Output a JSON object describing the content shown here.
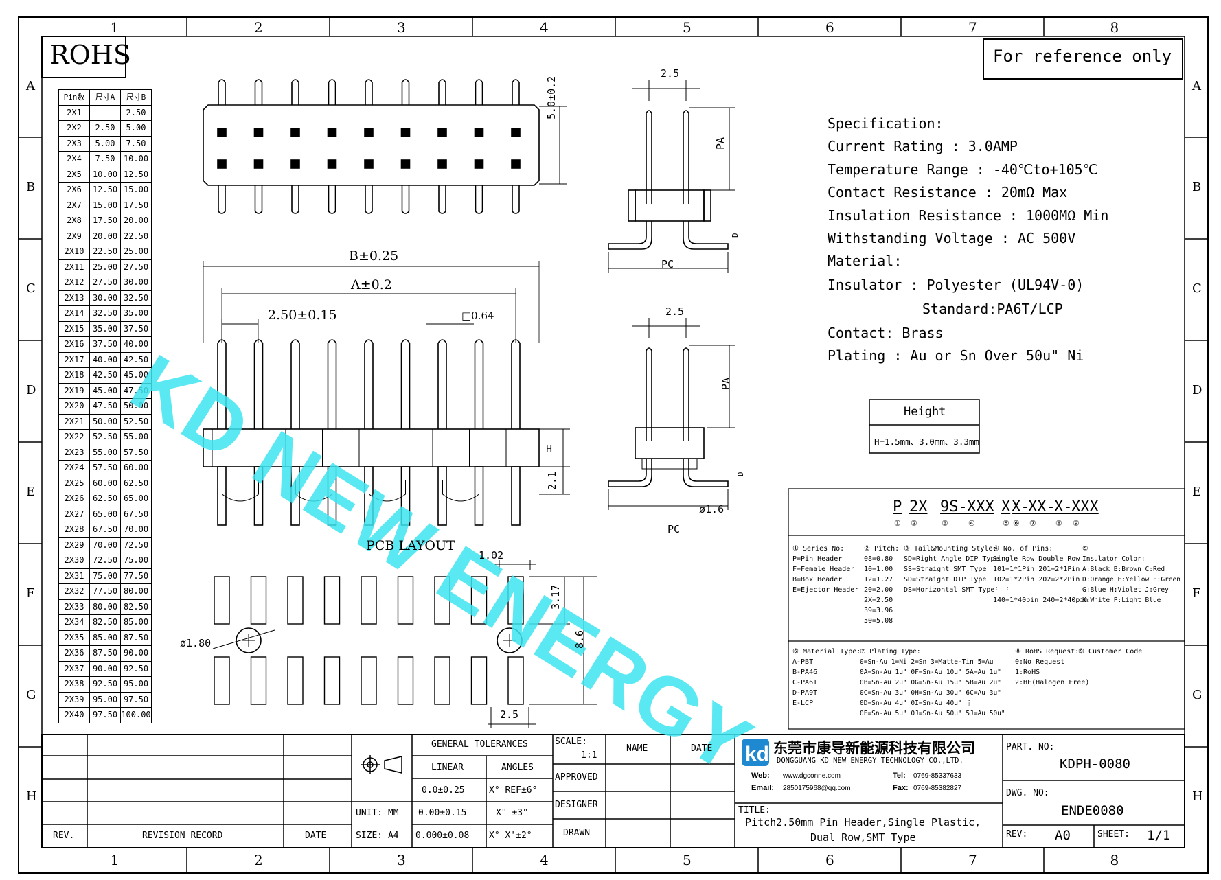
{
  "border": {
    "columns": [
      "1",
      "2",
      "3",
      "4",
      "5",
      "6",
      "7",
      "8"
    ],
    "rows": [
      "A",
      "B",
      "C",
      "D",
      "E",
      "F",
      "G",
      "H"
    ]
  },
  "rohs_label": "ROHS",
  "reference_note": "For reference only",
  "pin_table": {
    "headers": [
      "Pin数",
      "尺寸A",
      "尺寸B"
    ],
    "rows": [
      [
        "2X1",
        "-",
        "2.50"
      ],
      [
        "2X2",
        "2.50",
        "5.00"
      ],
      [
        "2X3",
        "5.00",
        "7.50"
      ],
      [
        "2X4",
        "7.50",
        "10.00"
      ],
      [
        "2X5",
        "10.00",
        "12.50"
      ],
      [
        "2X6",
        "12.50",
        "15.00"
      ],
      [
        "2X7",
        "15.00",
        "17.50"
      ],
      [
        "2X8",
        "17.50",
        "20.00"
      ],
      [
        "2X9",
        "20.00",
        "22.50"
      ],
      [
        "2X10",
        "22.50",
        "25.00"
      ],
      [
        "2X11",
        "25.00",
        "27.50"
      ],
      [
        "2X12",
        "27.50",
        "30.00"
      ],
      [
        "2X13",
        "30.00",
        "32.50"
      ],
      [
        "2X14",
        "32.50",
        "35.00"
      ],
      [
        "2X15",
        "35.00",
        "37.50"
      ],
      [
        "2X16",
        "37.50",
        "40.00"
      ],
      [
        "2X17",
        "40.00",
        "42.50"
      ],
      [
        "2X18",
        "42.50",
        "45.00"
      ],
      [
        "2X19",
        "45.00",
        "47.50"
      ],
      [
        "2X20",
        "47.50",
        "50.00"
      ],
      [
        "2X21",
        "50.00",
        "52.50"
      ],
      [
        "2X22",
        "52.50",
        "55.00"
      ],
      [
        "2X23",
        "55.00",
        "57.50"
      ],
      [
        "2X24",
        "57.50",
        "60.00"
      ],
      [
        "2X25",
        "60.00",
        "62.50"
      ],
      [
        "2X26",
        "62.50",
        "65.00"
      ],
      [
        "2X27",
        "65.00",
        "67.50"
      ],
      [
        "2X28",
        "67.50",
        "70.00"
      ],
      [
        "2X29",
        "70.00",
        "72.50"
      ],
      [
        "2X30",
        "72.50",
        "75.00"
      ],
      [
        "2X31",
        "75.00",
        "77.50"
      ],
      [
        "2X32",
        "77.50",
        "80.00"
      ],
      [
        "2X33",
        "80.00",
        "82.50"
      ],
      [
        "2X34",
        "82.50",
        "85.00"
      ],
      [
        "2X35",
        "85.00",
        "87.50"
      ],
      [
        "2X36",
        "87.50",
        "90.00"
      ],
      [
        "2X37",
        "90.00",
        "92.50"
      ],
      [
        "2X38",
        "92.50",
        "95.00"
      ],
      [
        "2X39",
        "95.00",
        "97.50"
      ],
      [
        "2X40",
        "97.50",
        "100.00"
      ]
    ]
  },
  "dims": {
    "top_height": "5.0±0.2",
    "b_dim": "B±0.25",
    "a_dim": "A±0.2",
    "pitch": "2.50±0.15",
    "pin_sq": "□0.64",
    "h": "H",
    "h2": "2.1",
    "pcb_layout": "PCB LAYOUT",
    "pad_w": "1.02",
    "pad_h": "3.17",
    "pad_span": "8.6",
    "hole_dia": "ø1.80",
    "pad_pitch": "2.5",
    "side_pitch_top": "2.5",
    "side_pa_top": "PA",
    "side_d_top": "D",
    "side_pc_top": "PC",
    "side_pitch_bot": "2.5",
    "side_pa_bot": "PA",
    "side_d_bot": "D",
    "side_pc_bot": "PC",
    "side_post": "ø1.6"
  },
  "watermark": "KD NEW ENERGY",
  "spec": {
    "lines": [
      "Specification:",
      "Current Rating : 3.0AMP",
      "Temperature Range : -40℃to+105℃",
      "Contact Resistance : 20mΩ Max",
      "Insulation Resistance : 1000MΩ Min",
      "Withstanding Voltage : AC 500V",
      "Material:",
      "  Insulator : Polyester (UL94V-0)",
      "Standard:PA6T/LCP",
      "  Contact: Brass",
      "Plating : Au or Sn Over 50u\" Ni"
    ]
  },
  "height_box": {
    "title": "Height",
    "value": "H=1.5mm、3.0mm、3.3mm"
  },
  "part_code": {
    "parts": [
      "P",
      "2X",
      "9S-",
      "XXX",
      "X",
      "X-",
      "XX-",
      "X-",
      "XXX"
    ],
    "circles": [
      "①",
      "②",
      "③",
      "④",
      "⑤",
      "⑥",
      "⑦",
      "⑧",
      "⑨"
    ]
  },
  "legend": {
    "series": [
      "① Series No:",
      "P=Pin Header",
      "F=Female Header",
      "B=Box Header",
      "E=Ejector Header"
    ],
    "pitch": [
      "② Pitch:",
      "08=0.80",
      "10=1.00",
      "12=1.27",
      "20=2.00",
      "2X=2.50",
      "39=3.96",
      "50=5.08"
    ],
    "tail": [
      "③ Tail&Mounting Style:",
      "SD=Right Angle DIP Type",
      "SS=Straight SMT Type",
      "SD=Straight DIP Type",
      "DS=Horizontal SMT Type"
    ],
    "pins": [
      "④ No. of Pins:",
      "Single Row   Double Row",
      "101=1*1Pin   201=2*1Pin",
      "102=1*2Pin   202=2*2Pin",
      "  ⋮              ⋮",
      "140=1*40pin  240=2*40pin"
    ],
    "color": [
      "⑤",
      "Insulator Color:",
      "A:Black  B:Brown  C:Red",
      "D:Orange E:Yellow F:Green",
      "G:Blue   H:Violet J:Grey",
      "K:White  P:Light Blue"
    ],
    "material": [
      "⑥ Material Type:",
      "A-PBT",
      "B-PA46",
      "C-PA6T",
      "D-PA9T",
      "E-LCP"
    ],
    "plating": [
      "⑦ Plating Type:",
      "0=Sn-Au 1=Ni 2=Sn 3=Matte-Tin 5=Au",
      "0A=Sn-Au 1u\" 0F=Sn-Au 10u\"  5A=Au 1u\"",
      "0B=Sn-Au 2u\" 0G=Sn-Au 15u\"  5B=Au 2u\"",
      "0C=Sn-Au 3u\" 0H=Sn-Au 30u\"  6C=Au 3u\"",
      "0D=Sn-Au 4u\" 0I=Sn-Au 40u\"  ⋮",
      "0E=Sn-Au 5u\" 0J=Sn-Au 50u\"  5J=Au 50u\""
    ],
    "rohs": [
      "⑧ RoHS Request:",
      "0:No Request",
      "1:RoHS",
      "2:HF(Halogen Free)"
    ],
    "customer": [
      "⑨ Customer Code"
    ]
  },
  "title_block": {
    "rev": "REV.",
    "revision_record": "REVISION RECORD",
    "date": "DATE",
    "general_tolerances": "GENERAL TOLERANCES",
    "linear": "LINEAR",
    "angles": "ANGLES",
    "lin1": "0.0±0.25",
    "lin2": "0.00±0.15",
    "lin3": "0.000±0.08",
    "ang1": "X° REF±6°",
    "ang2": "X° ±3°",
    "ang3": "X° X'±2°",
    "unit": "UNIT: MM",
    "size": "SIZE: A4",
    "scale_label": "SCALE:",
    "scale_value": "1:1",
    "name": "NAME",
    "date2": "DATE",
    "approved": "APPROVED",
    "designer": "DESIGNER",
    "drawn": "DRAWN",
    "company_cn": "东莞市康导新能源科技有限公司",
    "company_en": "DONGGUANG KD NEW ENERGY TECHNOLOGY CO.,LTD.",
    "web_label": "Web:",
    "web": "www.dgconne.com",
    "tel_label": "Tel:",
    "tel": "0769-85337633",
    "email_label": "Email:",
    "email": "2850175968@qq.com",
    "fax_label": "Fax:",
    "fax": "0769-85382827",
    "title_label": "TITLE:",
    "title_line1": "Pitch2.50mm Pin Header,Single Plastic,",
    "title_line2": "Dual Row,SMT Type",
    "part_no_label": "PART. NO:",
    "part_no": "KDPH-0080",
    "dwg_no_label": "DWG. NO:",
    "dwg_no": "ENDE0080",
    "rev_label": "REV:",
    "rev_value": "A0",
    "sheet_label": "SHEET:",
    "sheet_value": "1/1",
    "logo_color": "#1e88d0"
  }
}
